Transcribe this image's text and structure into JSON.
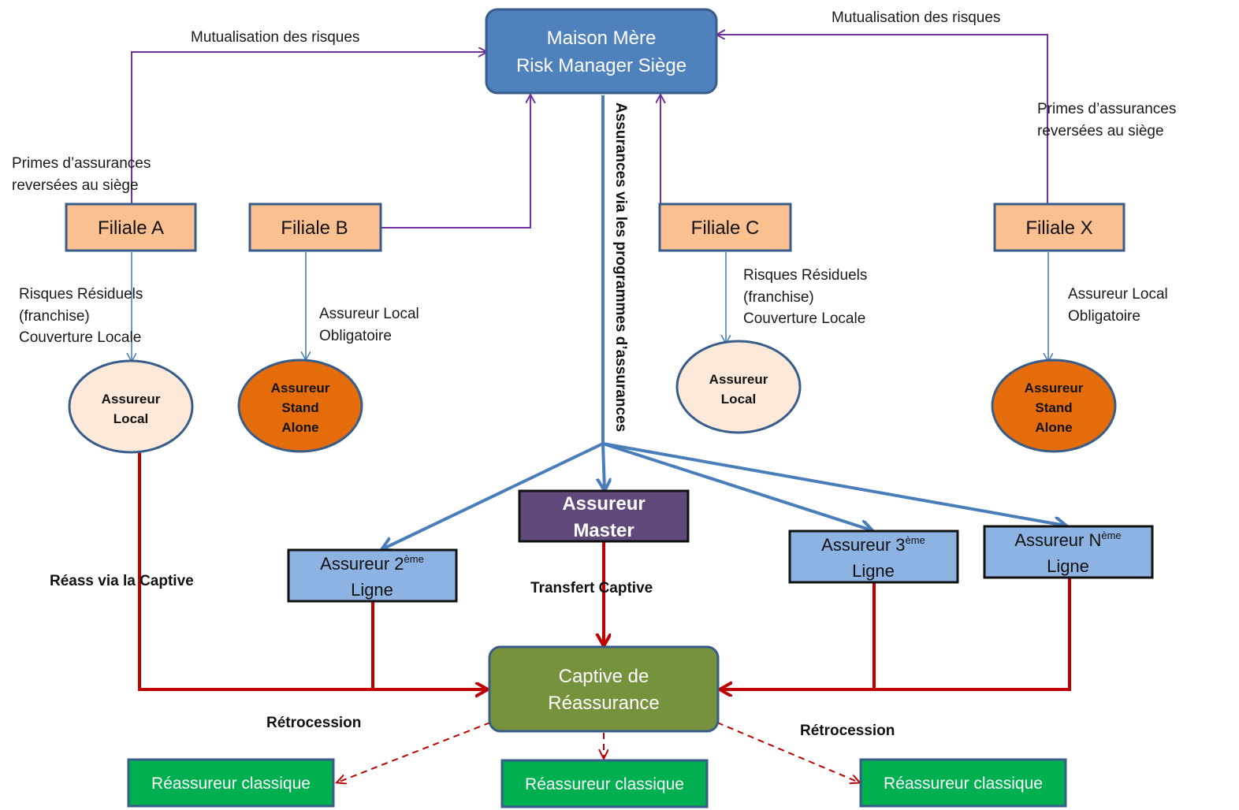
{
  "nodes": {
    "maison_mere": {
      "line1": "Maison Mère",
      "line2": "Risk Manager Siège"
    },
    "filiale_a": "Filiale A",
    "filiale_b": "Filiale B",
    "filiale_c": "Filiale C",
    "filiale_x": "Filiale X",
    "assureur_local_a": [
      "Assureur",
      "Local"
    ],
    "assureur_stand_alone_b": [
      "Assureur",
      "Stand",
      "Alone"
    ],
    "assureur_local_c": [
      "Assureur",
      "Local"
    ],
    "assureur_stand_alone_x": [
      "Assureur",
      "Stand",
      "Alone"
    ],
    "assureur_master": [
      "Assureur",
      "Master"
    ],
    "assureur_2": {
      "prefix": "Assureur 2",
      "sup": "ème",
      "line2": "Ligne"
    },
    "assureur_3": {
      "prefix": "Assureur 3",
      "sup": "ème",
      "line2": "Ligne"
    },
    "assureur_n": {
      "prefix": "Assureur N",
      "sup": "ème",
      "line2": "Ligne"
    },
    "captive": {
      "line1": "Captive de",
      "line2": "Réassurance"
    },
    "reassureur_1": "Réassureur classique",
    "reassureur_2": "Réassureur classique",
    "reassureur_3": "Réassureur classique"
  },
  "labels": {
    "mutualisation_left": "Mutualisation des risques",
    "mutualisation_right": "Mutualisation des risques",
    "primes_left": [
      "Primes d’assurances",
      "reversées au siège"
    ],
    "primes_right": [
      "Primes d’assurances",
      "reversées au siège"
    ],
    "risques_a": [
      "Risques Résiduels",
      "(franchise)",
      "Couverture Locale"
    ],
    "risques_c": [
      "Risques Résiduels",
      "(franchise)",
      "Couverture Locale"
    ],
    "assureur_local_oblig_b": [
      "Assureur Local",
      "Obligatoire"
    ],
    "assureur_local_oblig_x": [
      "Assureur Local",
      "Obligatoire"
    ],
    "programmes": "Assurances via les  programmes d’assurances",
    "reass_captive": "Réass via la Captive",
    "transfert_captive": "Transfert Captive",
    "retrocession_left": "Rétrocession",
    "retrocession_right": "Rétrocession"
  },
  "colors": {
    "maison_mere": "#4f81bd",
    "filiale": "#fac090",
    "assureur_local": "#fde9d9",
    "stand_alone": "#e46c0a",
    "master": "#604a7b",
    "ligne": "#8db3e2",
    "captive": "#76923c",
    "reassureur": "#00b050",
    "purple_line": "#7030a0",
    "blue_line": "#4a7ebb",
    "red_line": "#c00000"
  }
}
